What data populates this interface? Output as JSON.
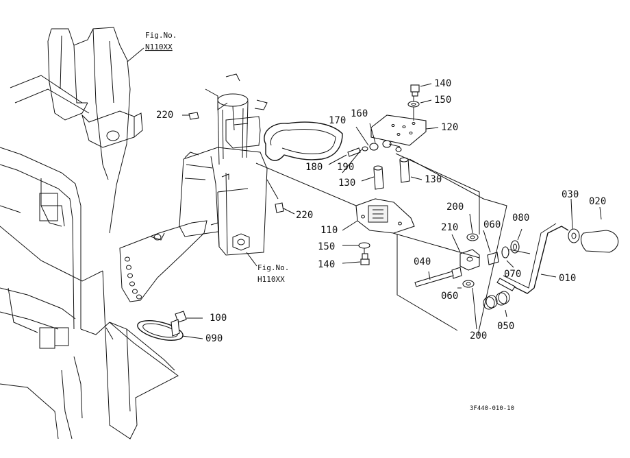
{
  "references": {
    "fig_top": {
      "line1": "Fig.No.",
      "line2": "N110XX"
    },
    "fig_mid": {
      "line1": "Fig.No.",
      "line2": "H110XX"
    }
  },
  "drawing_id": "3F440-010-10",
  "part_labels": {
    "p140_top": "140",
    "p150_top": "150",
    "p120": "120",
    "p170": "170",
    "p160": "160",
    "p180": "180",
    "p190": "190",
    "p130_left": "130",
    "p130_right": "130",
    "p220_top": "220",
    "p220_mid": "220",
    "p110": "110",
    "p150_bottom": "150",
    "p140_bottom": "140",
    "p200_top": "200",
    "p210": "210",
    "p060_top": "060",
    "p080": "080",
    "p030": "030",
    "p020": "020",
    "p070": "070",
    "p010": "010",
    "p040": "040",
    "p060_bottom": "060",
    "p050": "050",
    "p200_bottom": "200",
    "p100": "100",
    "p090": "090"
  }
}
